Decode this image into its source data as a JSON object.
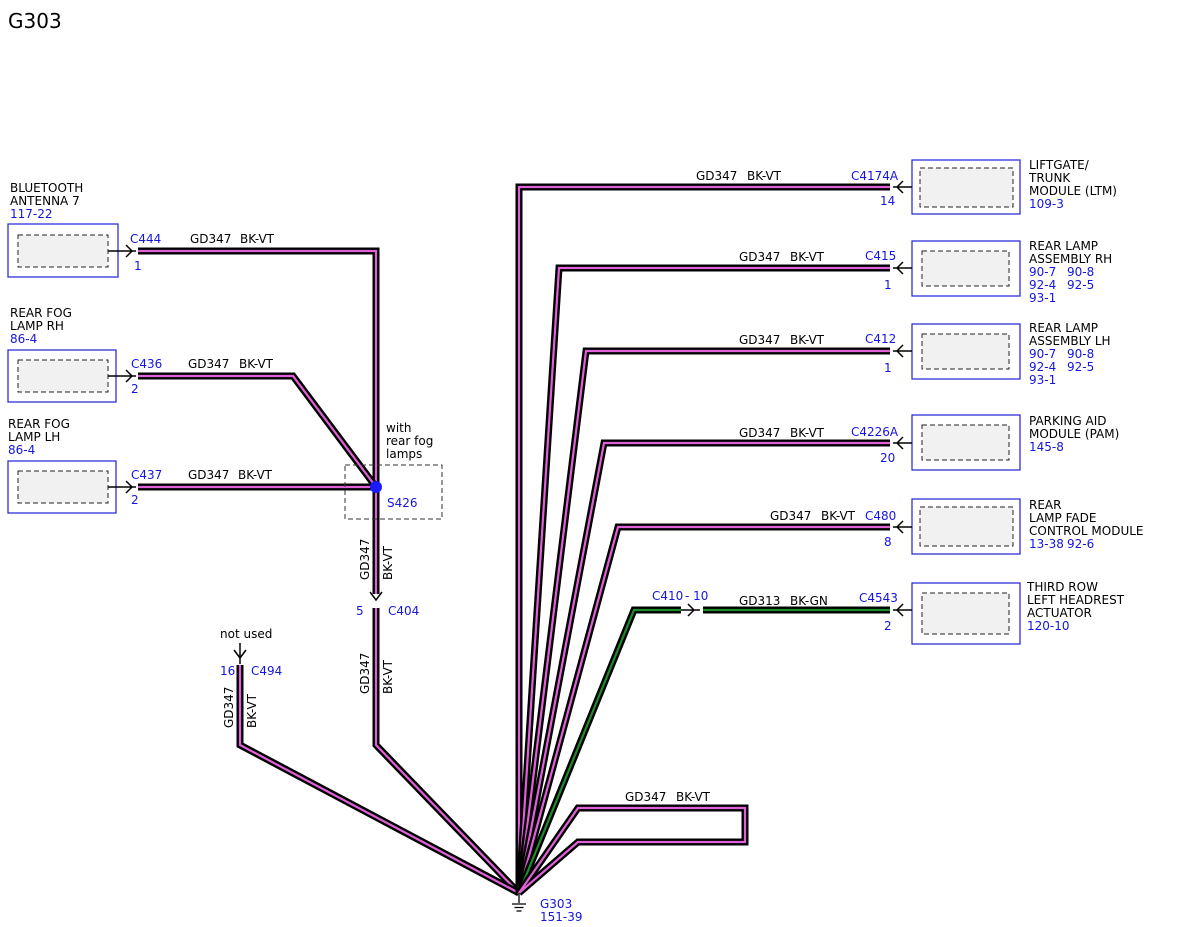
{
  "page_title": "G303",
  "components": {
    "bluetooth": {
      "name_lines": [
        "BLUETOOTH",
        "ANTENNA 7"
      ],
      "ref": "117-22",
      "connector": "C444",
      "pin": "1",
      "circuit": "GD347",
      "color": "BK-VT"
    },
    "fog_rh": {
      "name_lines": [
        "REAR FOG",
        "LAMP RH"
      ],
      "ref": "86-4",
      "connector": "C436",
      "pin": "2",
      "circuit": "GD347",
      "color": "BK-VT"
    },
    "fog_lh": {
      "name_lines": [
        "REAR FOG",
        "LAMP LH"
      ],
      "ref": "86-4",
      "connector": "C437",
      "pin": "2",
      "circuit": "GD347",
      "color": "BK-VT"
    },
    "ltm": {
      "name_lines": [
        "LIFTGATE/",
        "TRUNK",
        "MODULE (LTM)"
      ],
      "refs": [
        "109-3"
      ],
      "connector": "C4174A",
      "pin": "14",
      "circuit": "GD347",
      "color": "BK-VT"
    },
    "lamp_rh": {
      "name_lines": [
        "REAR LAMP",
        "ASSEMBLY RH"
      ],
      "refs": [
        "90-7",
        "90-8",
        "92-4",
        "92-5",
        "93-1"
      ],
      "connector": "C415",
      "pin": "1",
      "circuit": "GD347",
      "color": "BK-VT"
    },
    "lamp_lh": {
      "name_lines": [
        "REAR LAMP",
        "ASSEMBLY LH"
      ],
      "refs": [
        "90-7",
        "90-8",
        "92-4",
        "92-5",
        "93-1"
      ],
      "connector": "C412",
      "pin": "1",
      "circuit": "GD347",
      "color": "BK-VT"
    },
    "pam": {
      "name_lines": [
        "PARKING AID",
        "MODULE (PAM)"
      ],
      "refs": [
        "145-8"
      ],
      "connector": "C4226A",
      "pin": "20",
      "circuit": "GD347",
      "color": "BK-VT"
    },
    "fade": {
      "name_lines": [
        "REAR",
        "LAMP FADE",
        "CONTROL MODULE"
      ],
      "refs": [
        "13-38",
        "92-6"
      ],
      "connector": "C480",
      "pin": "8",
      "circuit": "GD347",
      "color": "BK-VT"
    },
    "headrest": {
      "name_lines": [
        "THIRD ROW",
        "LEFT HEADREST",
        "ACTUATOR"
      ],
      "refs": [
        "120-10"
      ],
      "connector": "C4543",
      "pin": "2",
      "circuit": "GD313",
      "color": "BK-GN"
    }
  },
  "inline_c410": {
    "connector": "C410",
    "pin": "- 10"
  },
  "splice": {
    "id": "S426",
    "note_lines": [
      "with",
      "rear fog",
      "lamps"
    ]
  },
  "c404": {
    "connector": "C404",
    "pin": "5",
    "upper_circuit": "GD347",
    "upper_color": "BK-VT",
    "lower_circuit": "GD347",
    "lower_color": "BK-VT"
  },
  "c494": {
    "connector": "C494",
    "pin": "16",
    "note": "not used",
    "circuit": "GD347",
    "color": "BK-VT"
  },
  "loop": {
    "circuit": "GD347",
    "color": "BK-VT"
  },
  "ground": {
    "id": "G303",
    "ref": "151-39"
  },
  "colors": {
    "wire_outline": "#000000",
    "wire_bk_vt": "#e060d8",
    "wire_bk_gn": "#1f8a2a",
    "reference_text": "#1515e0",
    "component_box": "#2f2fd8"
  }
}
